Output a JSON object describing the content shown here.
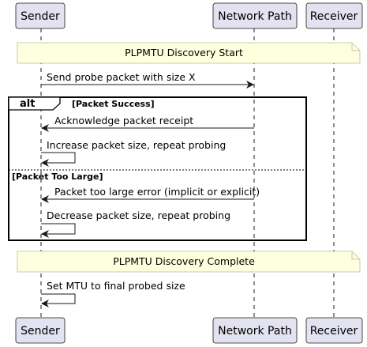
{
  "participants": [
    {
      "label": "Sender"
    },
    {
      "label": "Network Path"
    },
    {
      "label": "Receiver"
    }
  ],
  "notes": {
    "start": "PLPMTU Discovery Start",
    "end": "PLPMTU Discovery Complete"
  },
  "messages": {
    "probe": "Send probe packet with size X",
    "ack": "Acknowledge packet receipt",
    "increase": "Increase packet size, repeat probing",
    "too_large": "Packet too large error (implicit or explicit)",
    "decrease": "Decrease packet size, repeat probing",
    "set_mtu": "Set MTU to final probed size"
  },
  "alt_frame": {
    "keyword": "alt",
    "guard_success": "[Packet Success]",
    "guard_too_large": "[Packet Too Large]"
  },
  "colors": {
    "participant_fill": "#E2E2F0",
    "participant_border": "#181818",
    "note_fill": "#FEFFDD",
    "note_border": "#BBBB99",
    "lifeline": "#181818"
  }
}
